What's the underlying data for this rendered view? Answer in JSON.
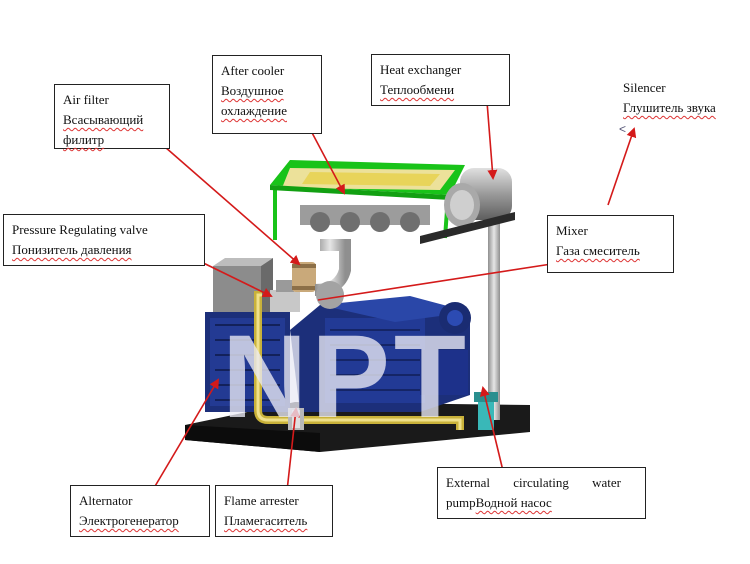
{
  "labels": {
    "air_filter": {
      "en": "Air filter",
      "ru": "Всасывающий филитр"
    },
    "after_cooler": {
      "en": "After cooler",
      "ru": "Воздушное охлаждение"
    },
    "heat_exchanger": {
      "en": "Heat exchanger",
      "ru": "Теплообмени"
    },
    "silencer": {
      "en": "Silencer",
      "ru": "Глушитель звука"
    },
    "pressure_valve": {
      "en": "Pressure Regulating valve",
      "ru": "Понизитель давления"
    },
    "mixer": {
      "en": "Mixer",
      "ru": "Газа смеситель"
    },
    "alternator": {
      "en": "Alternator",
      "ru": "Электрогенератор"
    },
    "flame_arrester": {
      "en": "Flame arrester",
      "ru": "Пламегаситель"
    },
    "water_pump": {
      "en": "External circulating water",
      "en2": "pump",
      "ru": "Водной насос"
    }
  },
  "watermark": "NPT",
  "small_mark": "<",
  "colors": {
    "arrow": "#d41a1a",
    "engine": "#1c2f7a",
    "radiator_frame": "#19c319",
    "pipe_yellow": "#c9b23a",
    "base": "#1a1a1a"
  }
}
